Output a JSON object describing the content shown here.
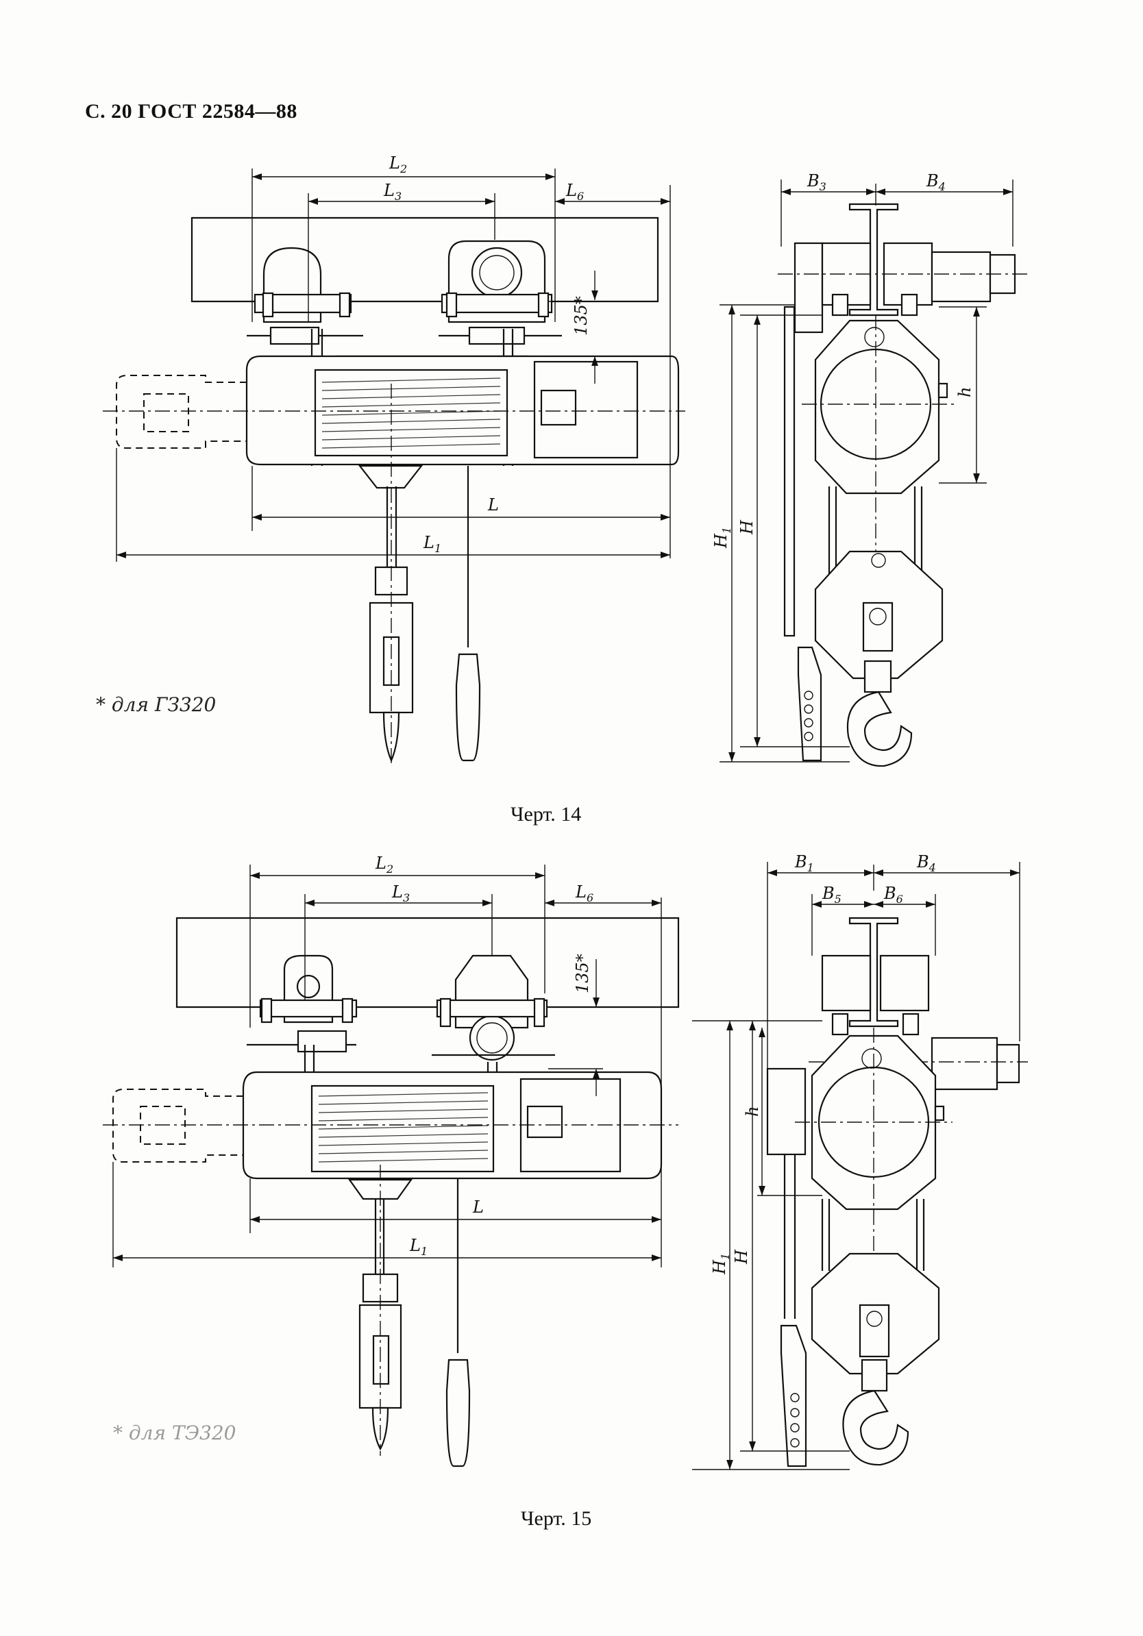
{
  "header": {
    "text": "С. 20 ГОСТ 22584—88"
  },
  "figures": [
    {
      "caption": "Черт. 14",
      "footnote": "* для ГЗ320",
      "dimensions": {
        "l2": "L",
        "l2_sub": "2",
        "l3": "L",
        "l3_sub": "3",
        "l6": "L",
        "l6_sub": "6",
        "l": "L",
        "l1": "L",
        "l1_sub": "1",
        "h135": "135*",
        "b3": "B",
        "b3_sub": "3",
        "b4": "B",
        "b4_sub": "4",
        "h": "h",
        "H": "H",
        "H1": "H",
        "H1_sub": "1"
      }
    },
    {
      "caption": "Черт. 15",
      "footnote": "* для ТЭ320",
      "dimensions": {
        "l2": "L",
        "l2_sub": "2",
        "l3": "L",
        "l3_sub": "3",
        "l6": "L",
        "l6_sub": "6",
        "l": "L",
        "l1": "L",
        "l1_sub": "1",
        "h135": "135*",
        "b1": "B",
        "b1_sub": "1",
        "b4": "B",
        "b4_sub": "4",
        "b5": "B",
        "b5_sub": "5",
        "b6": "B",
        "b6_sub": "6",
        "h": "h",
        "H": "H",
        "H1": "H",
        "H1_sub": "1"
      }
    }
  ]
}
